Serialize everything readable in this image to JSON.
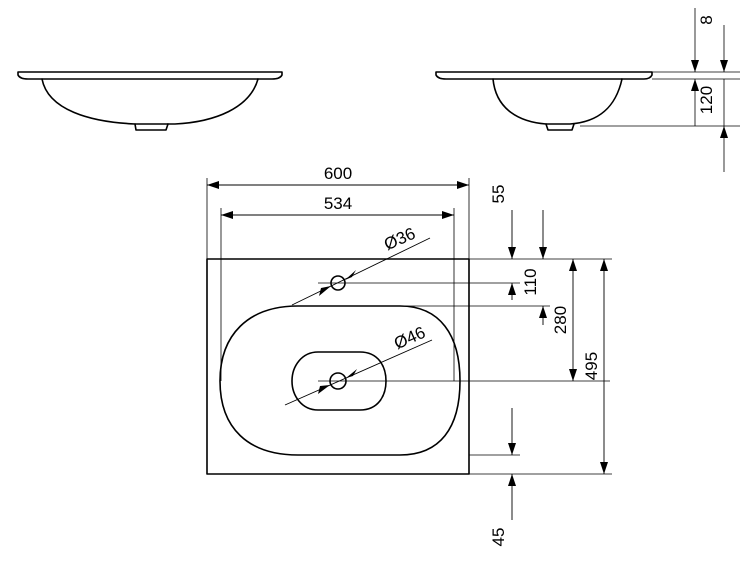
{
  "dimensions": {
    "total_width": "600",
    "inner_width": "534",
    "tap_hole_diameter": "Ø36",
    "drain_diameter": "Ø46",
    "top_offset": "55",
    "tap_to_bowl": "110",
    "tap_to_drain": "280",
    "total_depth": "495",
    "bottom_offset": "45",
    "rim_thickness": "8",
    "bowl_height": "120"
  }
}
